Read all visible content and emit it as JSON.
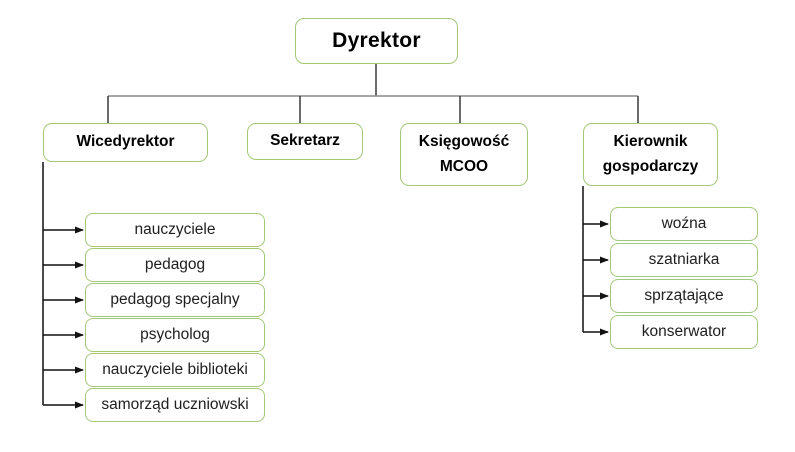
{
  "org": {
    "root": "Dyrektor",
    "managers": [
      {
        "id": "wicedyrektor",
        "label": "Wicedyrektor"
      },
      {
        "id": "sekretarz",
        "label": "Sekretarz"
      },
      {
        "id": "ksiegowosc-mcoo",
        "label": "Księgowość MCOO"
      },
      {
        "id": "kierownik-gospodarczy",
        "label": "Kierownik gospodarczy"
      }
    ],
    "wicedyrektor_reports": [
      "nauczyciele",
      "pedagog",
      "pedagog specjalny",
      "psycholog",
      "nauczyciele biblioteki",
      "samorząd uczniowski"
    ],
    "kierownik_reports": [
      "woźna",
      "szatniarka",
      "sprzątające",
      "konserwator"
    ],
    "colors": {
      "box_border": "#a3c878",
      "tree_line_horizontal": "#8a8a8a",
      "tree_line_vertical": "#2b2b2b",
      "arrow_line": "#111111",
      "text": "#000000",
      "background": "#ffffff"
    }
  }
}
